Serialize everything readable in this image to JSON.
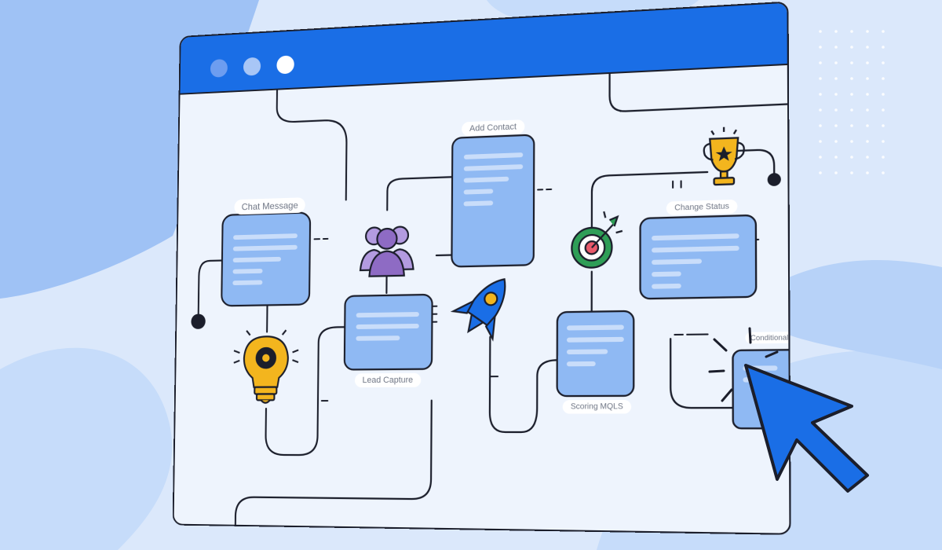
{
  "window": {
    "title_dots": [
      {
        "name": "dot-1",
        "color": "#6d9df0"
      },
      {
        "name": "dot-2",
        "color": "#a8c6f6"
      },
      {
        "name": "dot-3",
        "color": "#ffffff"
      }
    ],
    "accent": "#1a6ee6",
    "canvas_bg": "#eef4fd"
  },
  "nodes": {
    "chat_message": "Chat Message",
    "add_contact": "Add Contact",
    "change_status": "Change Status",
    "lead_capture": "Lead Capture",
    "scoring_mqls": "Scoring MQLS",
    "conditional": "Conditional"
  },
  "icons": [
    "group-icon",
    "lightbulb-gear-icon",
    "rocket-icon",
    "target-arrow-icon",
    "trophy-icon",
    "cursor-icon"
  ],
  "colors": {
    "node_fill": "#8fb9f3",
    "line": "#1b1e2b",
    "bulb": "#f3b51e",
    "group": "#8e6bc4",
    "target": "#2f9e57",
    "rocket": "#1a6ee6"
  }
}
